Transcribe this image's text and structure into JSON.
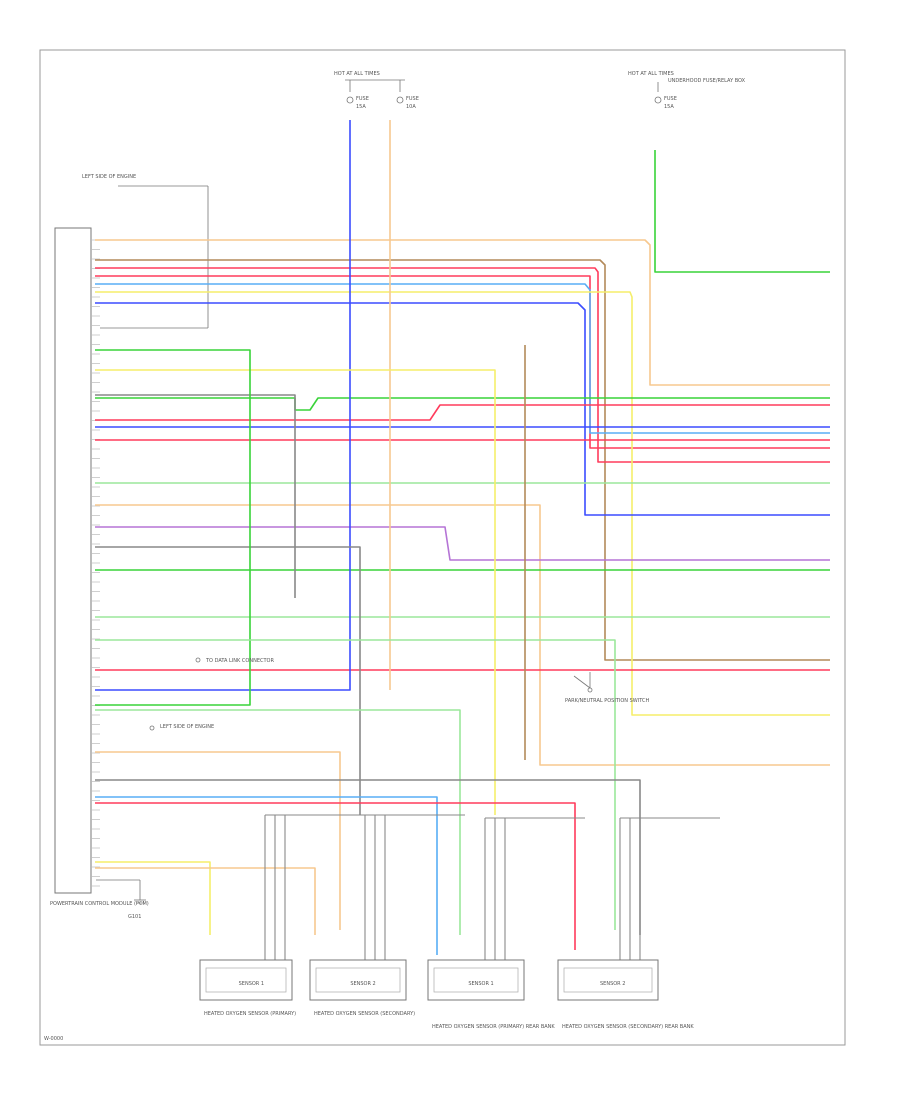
{
  "figure_code": "W-0000",
  "fuse_blocks": [
    {
      "label": "HOT AT ALL TIMES",
      "fuses": [
        {
          "name": "FUSE",
          "rating": "15A"
        },
        {
          "name": "FUSE",
          "rating": "10A"
        }
      ]
    },
    {
      "label": "HOT AT ALL TIMES",
      "fuses": [
        {
          "name": "FUSE",
          "rating": "15A"
        }
      ],
      "note": "UNDERHOOD FUSE/RELAY BOX"
    }
  ],
  "ecm": {
    "label": "POWERTRAIN CONTROL MODULE (PCM)"
  },
  "ground": {
    "label": "G101"
  },
  "callouts": [
    {
      "label": "LEFT SIDE OF ENGINE"
    },
    {
      "label": "TO DATA LINK CONNECTOR"
    },
    {
      "label": "LEFT SIDE OF ENGINE"
    }
  ],
  "sensor_switch": {
    "label": "PARK/NEUTRAL POSITION SWITCH"
  },
  "sensors": [
    {
      "label": "HEATED OXYGEN SENSOR (PRIMARY)",
      "conn": "SENSOR 1"
    },
    {
      "label": "HEATED OXYGEN SENSOR (SECONDARY)",
      "conn": "SENSOR 2"
    },
    {
      "label": "HEATED OXYGEN SENSOR (PRIMARY) REAR BANK",
      "conn": "SENSOR 1"
    },
    {
      "label": "HEATED OXYGEN SENSOR (SECONDARY) REAR BANK",
      "conn": "SENSOR 2"
    }
  ],
  "wire_colors": {
    "green": "#39d339",
    "light_green": "#9be79b",
    "red": "#ff3b5c",
    "blue": "#3b4cff",
    "light_blue": "#58aef5",
    "yellow": "#f5ee6a",
    "orange": "#f7c88f",
    "brown": "#b38a5a",
    "violet": "#b574d6",
    "gray": "#888888",
    "white": "#dddddd"
  }
}
